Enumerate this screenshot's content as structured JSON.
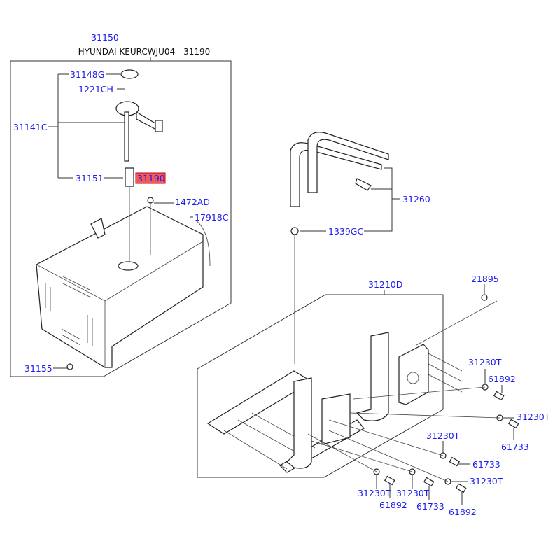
{
  "title": "HYUNDAI KEURCWJU04 - 31190",
  "highlight_color": "#e03030",
  "label_color": "#1c1cf0",
  "labels": {
    "p31150": "31150",
    "p31148G": "31148G",
    "p1221CH": "1221CH",
    "p31141C": "31141C",
    "p31151": "31151",
    "p31190": "31190",
    "p1472AD": "1472AD",
    "p17918C": "17918C",
    "p31155": "31155",
    "p31260": "31260",
    "p1339GC": "1339GC",
    "p31210D": "31210D",
    "p21895": "21895",
    "p31230T_a": "31230T",
    "p61892_a": "61892",
    "p31230T_b": "31230T",
    "p61733_a": "61733",
    "p31230T_c": "31230T",
    "p61733_b": "61733",
    "p31230T_d": "31230T",
    "p31230T_e": "31230T",
    "p61892_b": "61892",
    "p31230T_f": "31230T",
    "p61733_c": "61733",
    "p61892_c": "61892"
  }
}
